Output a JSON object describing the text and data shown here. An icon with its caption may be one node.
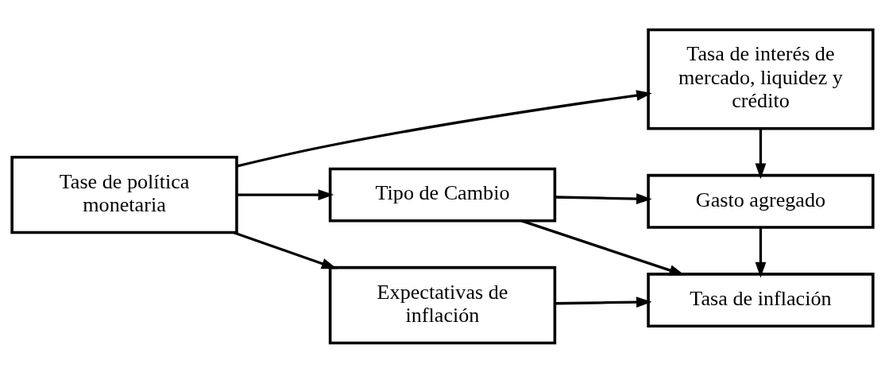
{
  "diagram": {
    "nodes": [
      {
        "text": [
          "Tase de política monetaria"
        ]
      },
      {
        "text": [
          "Tasa de interés de mercado, liquidez y crédito"
        ]
      },
      {
        "text": [
          "Tipo de Cambio"
        ]
      },
      {
        "text": [
          "Gasto agregado"
        ]
      },
      {
        "text": [
          "Expectativas de inflación"
        ]
      },
      {
        "text": [
          "Tasa de inflación"
        ]
      }
    ],
    "edges": [
      {
        "from": 0,
        "to": 1,
        "arrow": "to"
      },
      {
        "from": 0,
        "to": 2,
        "arrow": "to"
      },
      {
        "from": 0,
        "to": 4,
        "arrow": "to"
      },
      {
        "from": 1,
        "to": 3,
        "arrow": "to"
      },
      {
        "from": 2,
        "to": 3,
        "arrow": "to"
      },
      {
        "from": 2,
        "to": 5,
        "arrow": "to"
      },
      {
        "from": 3,
        "to": 5,
        "arrow": "to"
      },
      {
        "from": 4,
        "to": 5,
        "arrow": "to"
      }
    ]
  }
}
